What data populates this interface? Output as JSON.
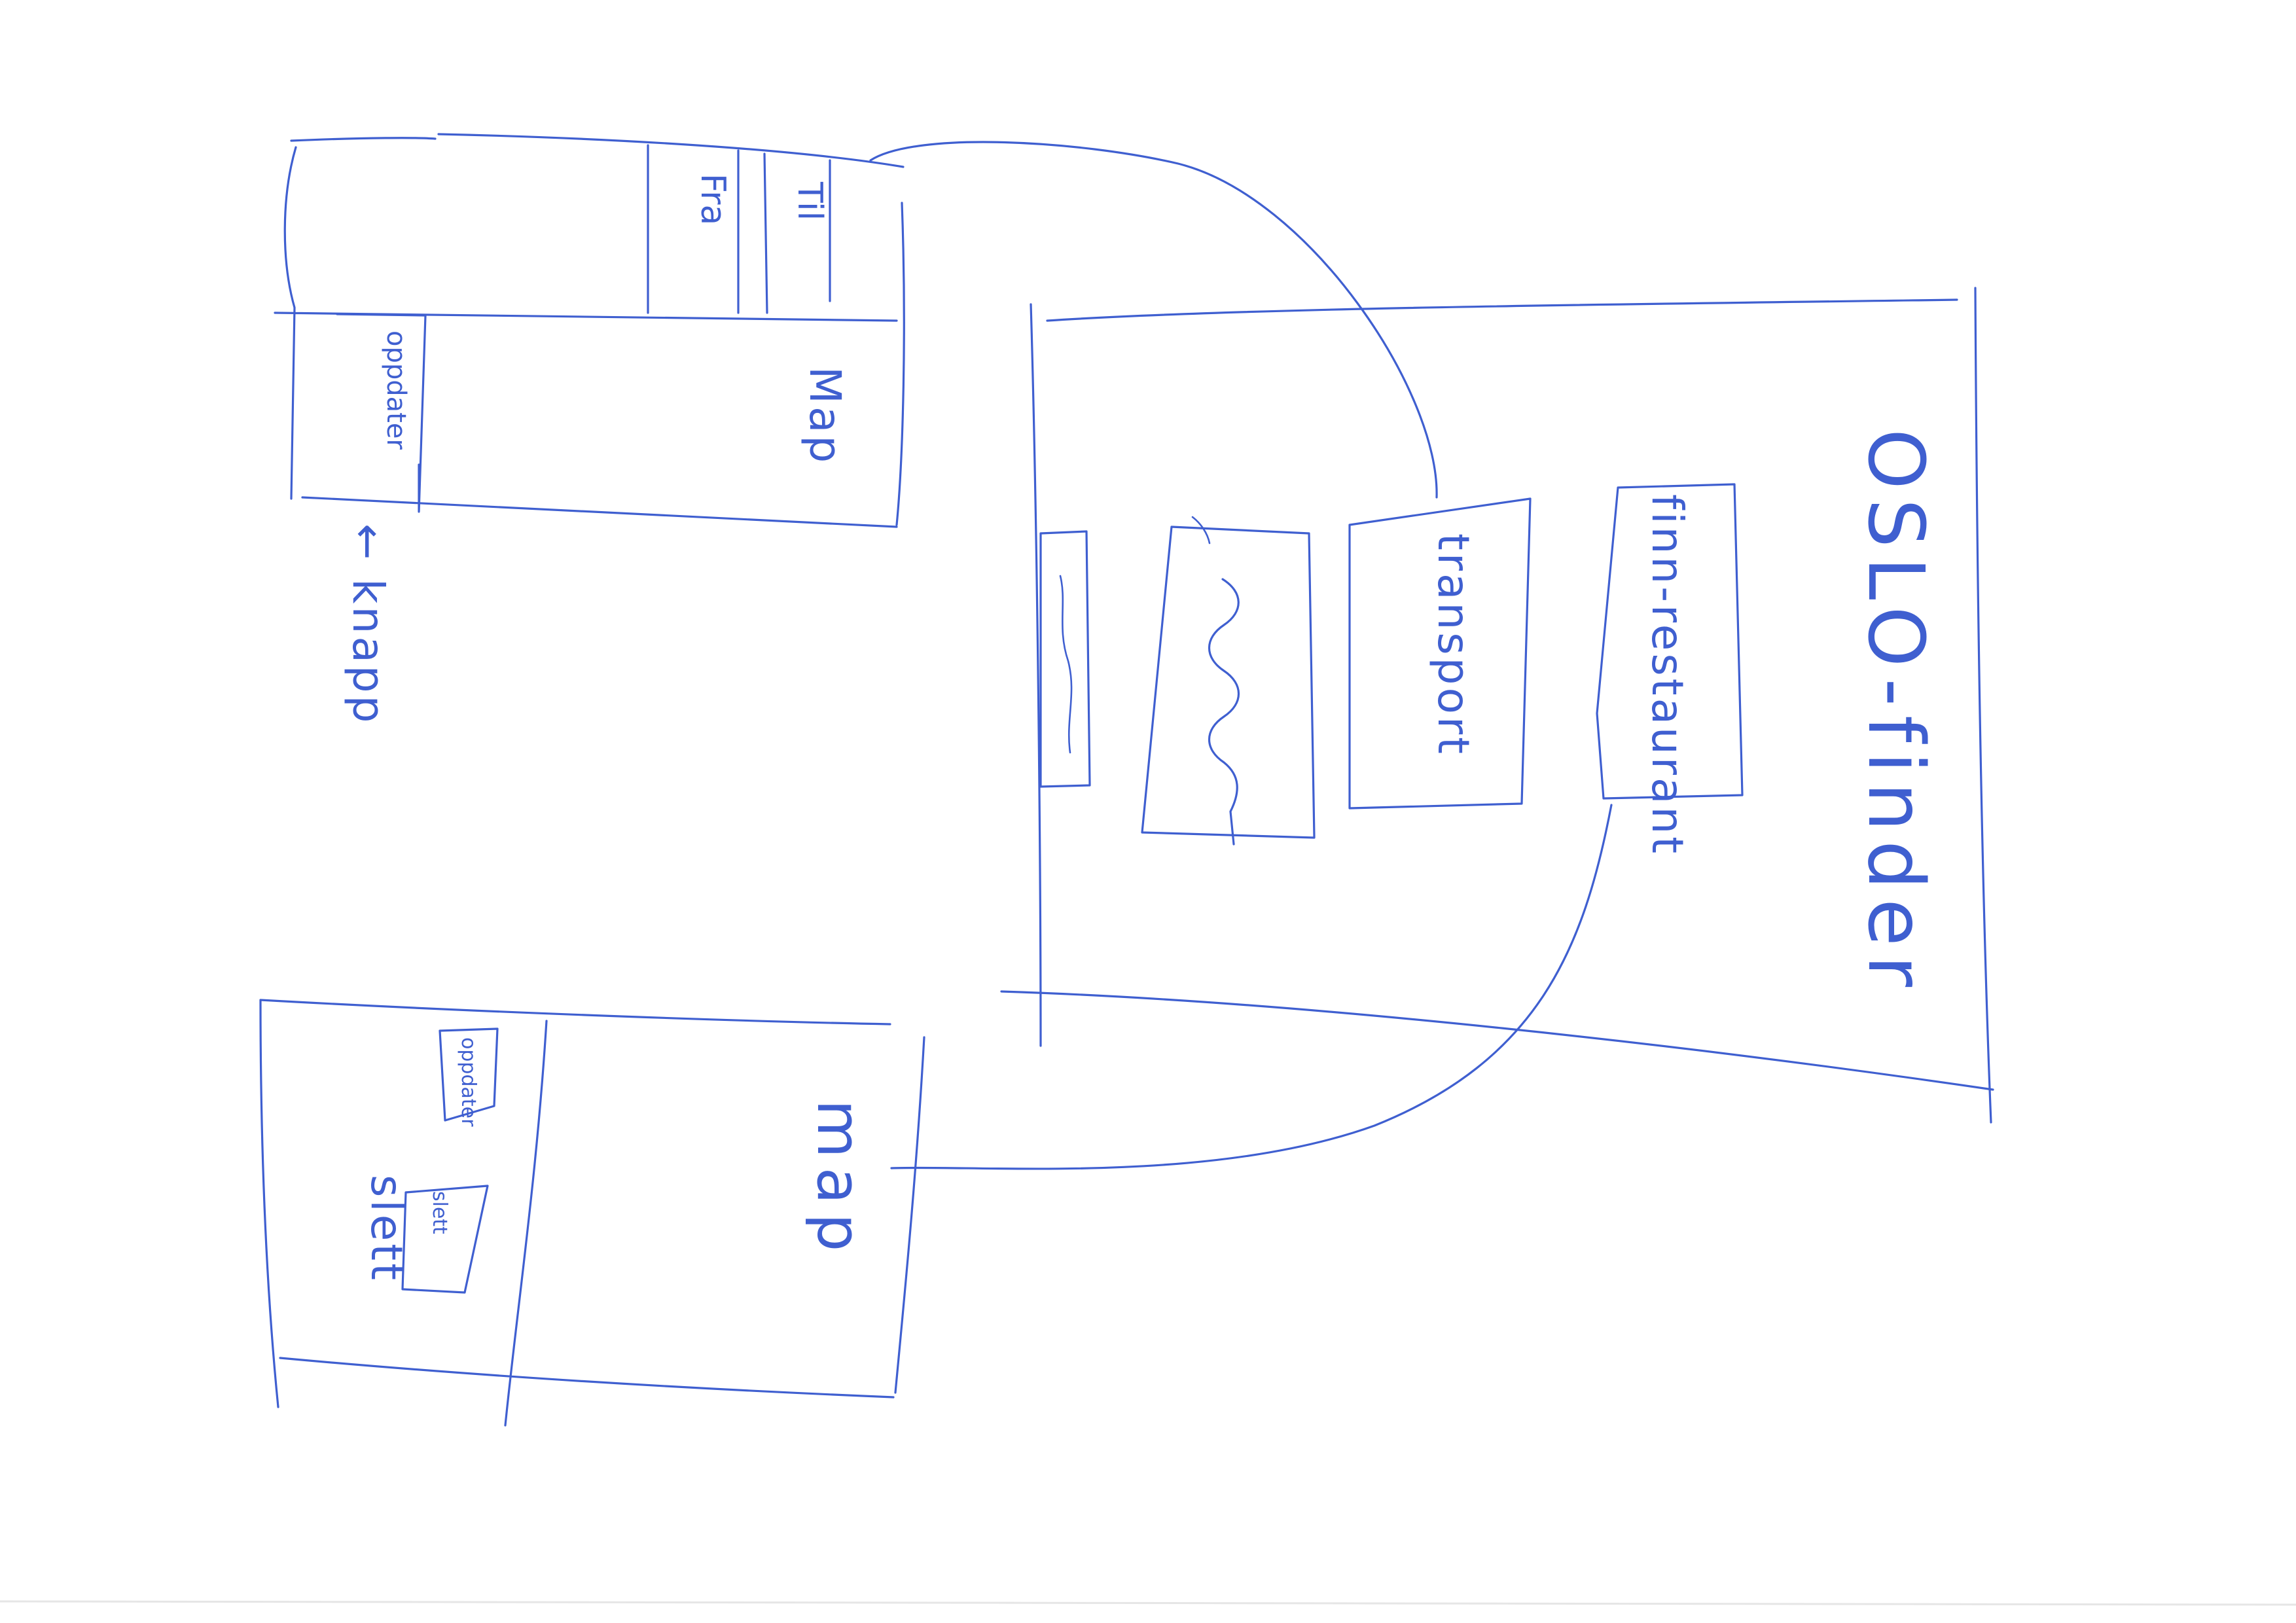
{
  "main_screen": {
    "title": "OSLO-finder",
    "restaurant_button": "finn-restaurant",
    "transport_button": "transport"
  },
  "transport_screen": {
    "to_label": "Til",
    "from_label": "Fra",
    "map_label": "Map",
    "update_button": "oppdater",
    "side_note": "← knapp"
  },
  "restaurant_screen": {
    "map_label": "map",
    "update_button": "oppdater",
    "delete_button": "slett",
    "delete_label": "slett"
  }
}
